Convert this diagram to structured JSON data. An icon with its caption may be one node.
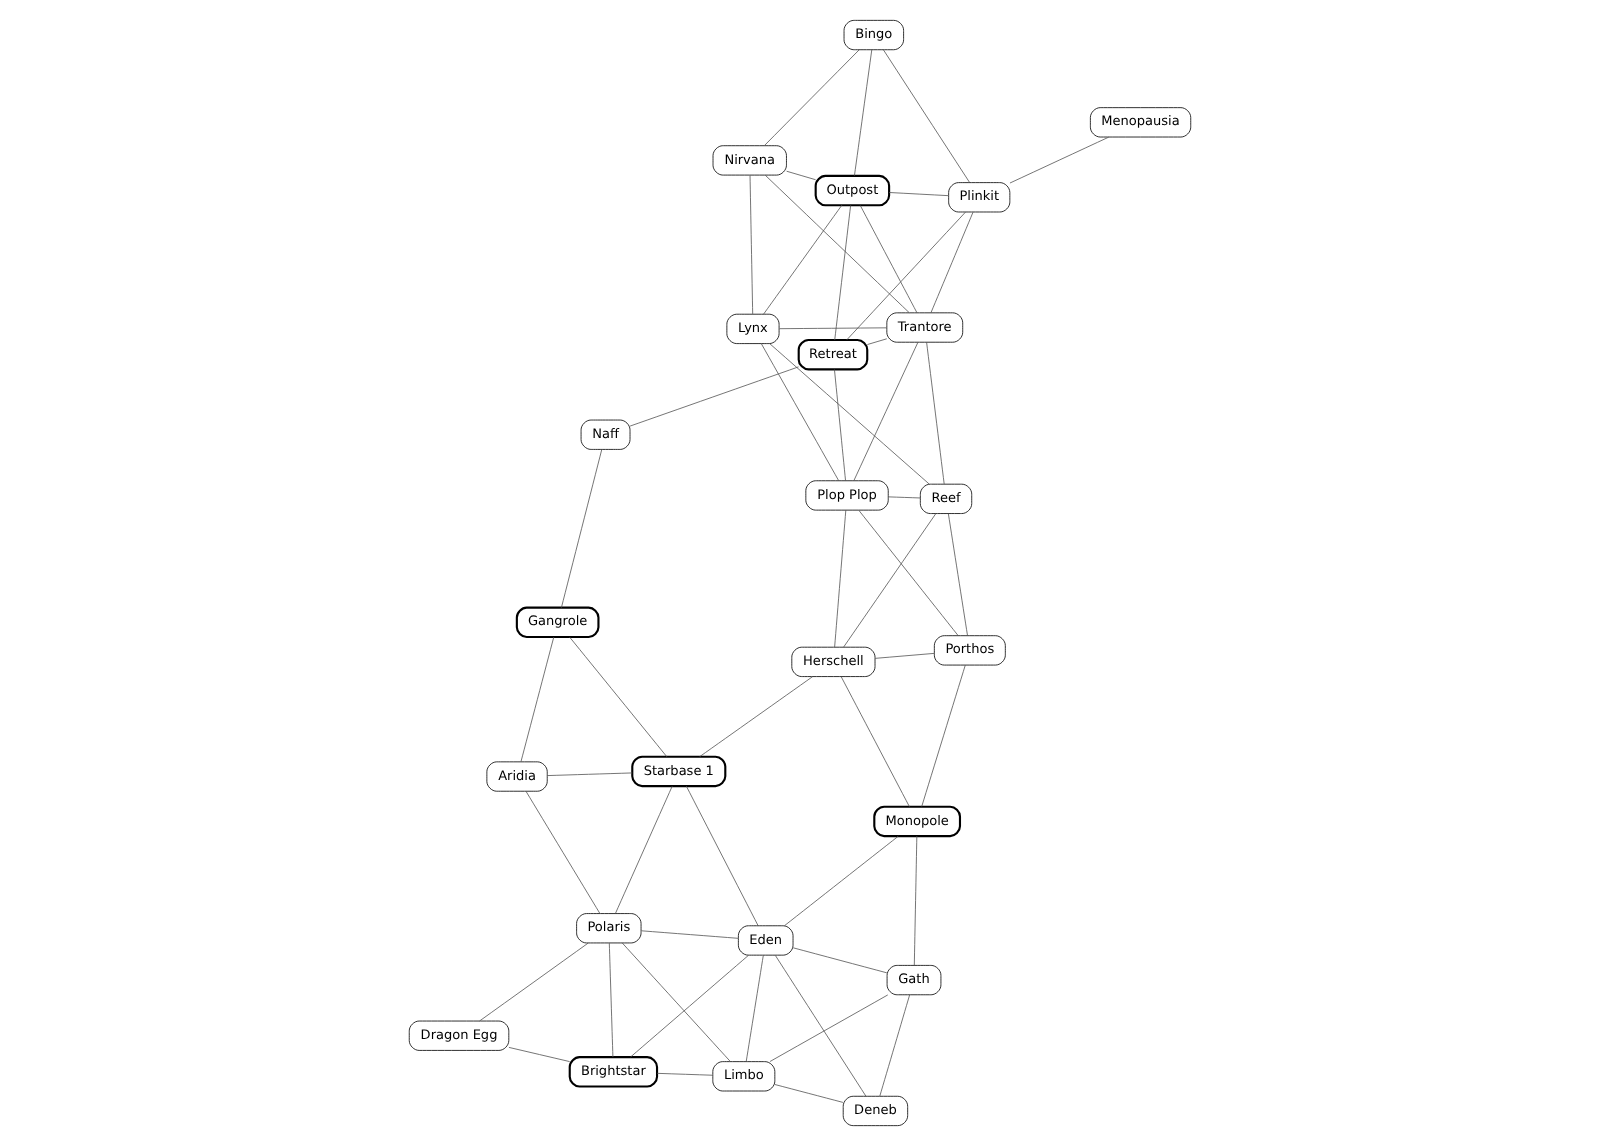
{
  "diagram": {
    "nodes": [
      {
        "text": [
          "Dragon Egg"
        ]
      },
      {
        "text": [
          "Polaris"
        ]
      },
      {
        "text": [
          "Aridia"
        ]
      },
      {
        "text": [
          "Gangrole"
        ]
      },
      {
        "text": [
          "Deneb"
        ]
      },
      {
        "text": [
          "Limbo"
        ]
      },
      {
        "text": [
          "Brightstar"
        ]
      },
      {
        "text": [
          "Gath"
        ]
      },
      {
        "text": [
          "Starbase 1"
        ]
      },
      {
        "text": [
          "Eden"
        ]
      },
      {
        "text": [
          "Monopole"
        ]
      },
      {
        "text": [
          "Herschell"
        ]
      },
      {
        "text": [
          "Menopausia"
        ]
      },
      {
        "text": [
          "Reef"
        ]
      },
      {
        "text": [
          "Porthos"
        ]
      },
      {
        "text": [
          "Naff"
        ]
      },
      {
        "text": [
          "Plinkit"
        ]
      },
      {
        "text": [
          "Lynx"
        ]
      },
      {
        "text": [
          "Plop Plop"
        ]
      },
      {
        "text": [
          "Bingo"
        ]
      },
      {
        "text": [
          "Outpost"
        ]
      },
      {
        "text": [
          "Retreat"
        ]
      },
      {
        "text": [
          "Nirvana"
        ]
      },
      {
        "text": [
          "Trantore"
        ]
      }
    ],
    "edges": [
      {
        "from": 0,
        "to": 1,
        "arrow": "none"
      },
      {
        "from": 0,
        "to": 6,
        "arrow": "none"
      },
      {
        "from": 1,
        "to": 2,
        "arrow": "none"
      },
      {
        "from": 1,
        "to": 6,
        "arrow": "none"
      },
      {
        "from": 1,
        "to": 5,
        "arrow": "none"
      },
      {
        "from": 1,
        "to": 9,
        "arrow": "none"
      },
      {
        "from": 1,
        "to": 8,
        "arrow": "none"
      },
      {
        "from": 2,
        "to": 8,
        "arrow": "none"
      },
      {
        "from": 2,
        "to": 3,
        "arrow": "none"
      },
      {
        "from": 3,
        "to": 8,
        "arrow": "none"
      },
      {
        "from": 3,
        "to": 15,
        "arrow": "none"
      },
      {
        "from": 4,
        "to": 5,
        "arrow": "none"
      },
      {
        "from": 4,
        "to": 7,
        "arrow": "none"
      },
      {
        "from": 4,
        "to": 9,
        "arrow": "none"
      },
      {
        "from": 6,
        "to": 5,
        "arrow": "none"
      },
      {
        "from": 6,
        "to": 9,
        "arrow": "none"
      },
      {
        "from": 5,
        "to": 7,
        "arrow": "none"
      },
      {
        "from": 5,
        "to": 9,
        "arrow": "none"
      },
      {
        "from": 7,
        "to": 9,
        "arrow": "none"
      },
      {
        "from": 7,
        "to": 10,
        "arrow": "none"
      },
      {
        "from": 9,
        "to": 8,
        "arrow": "none"
      },
      {
        "from": 9,
        "to": 10,
        "arrow": "none"
      },
      {
        "from": 8,
        "to": 11,
        "arrow": "none"
      },
      {
        "from": 10,
        "to": 11,
        "arrow": "none"
      },
      {
        "from": 10,
        "to": 14,
        "arrow": "none"
      },
      {
        "from": 11,
        "to": 13,
        "arrow": "none"
      },
      {
        "from": 11,
        "to": 14,
        "arrow": "none"
      },
      {
        "from": 11,
        "to": 18,
        "arrow": "none"
      },
      {
        "from": 12,
        "to": 16,
        "arrow": "none"
      },
      {
        "from": 13,
        "to": 14,
        "arrow": "none"
      },
      {
        "from": 13,
        "to": 18,
        "arrow": "none"
      },
      {
        "from": 13,
        "to": 17,
        "arrow": "none"
      },
      {
        "from": 13,
        "to": 23,
        "arrow": "none"
      },
      {
        "from": 14,
        "to": 18,
        "arrow": "none"
      },
      {
        "from": 15,
        "to": 21,
        "arrow": "none"
      },
      {
        "from": 16,
        "to": 19,
        "arrow": "none"
      },
      {
        "from": 16,
        "to": 20,
        "arrow": "none"
      },
      {
        "from": 16,
        "to": 21,
        "arrow": "none"
      },
      {
        "from": 16,
        "to": 23,
        "arrow": "none"
      },
      {
        "from": 17,
        "to": 18,
        "arrow": "none"
      },
      {
        "from": 17,
        "to": 20,
        "arrow": "none"
      },
      {
        "from": 17,
        "to": 22,
        "arrow": "none"
      },
      {
        "from": 17,
        "to": 23,
        "arrow": "none"
      },
      {
        "from": 18,
        "to": 21,
        "arrow": "none"
      },
      {
        "from": 18,
        "to": 23,
        "arrow": "none"
      },
      {
        "from": 19,
        "to": 20,
        "arrow": "none"
      },
      {
        "from": 19,
        "to": 22,
        "arrow": "none"
      },
      {
        "from": 20,
        "to": 21,
        "arrow": "none"
      },
      {
        "from": 20,
        "to": 23,
        "arrow": "none"
      },
      {
        "from": 20,
        "to": 22,
        "arrow": "none"
      },
      {
        "from": 22,
        "to": 23,
        "arrow": "none"
      },
      {
        "from": 21,
        "to": 23,
        "arrow": "none"
      }
    ]
  }
}
